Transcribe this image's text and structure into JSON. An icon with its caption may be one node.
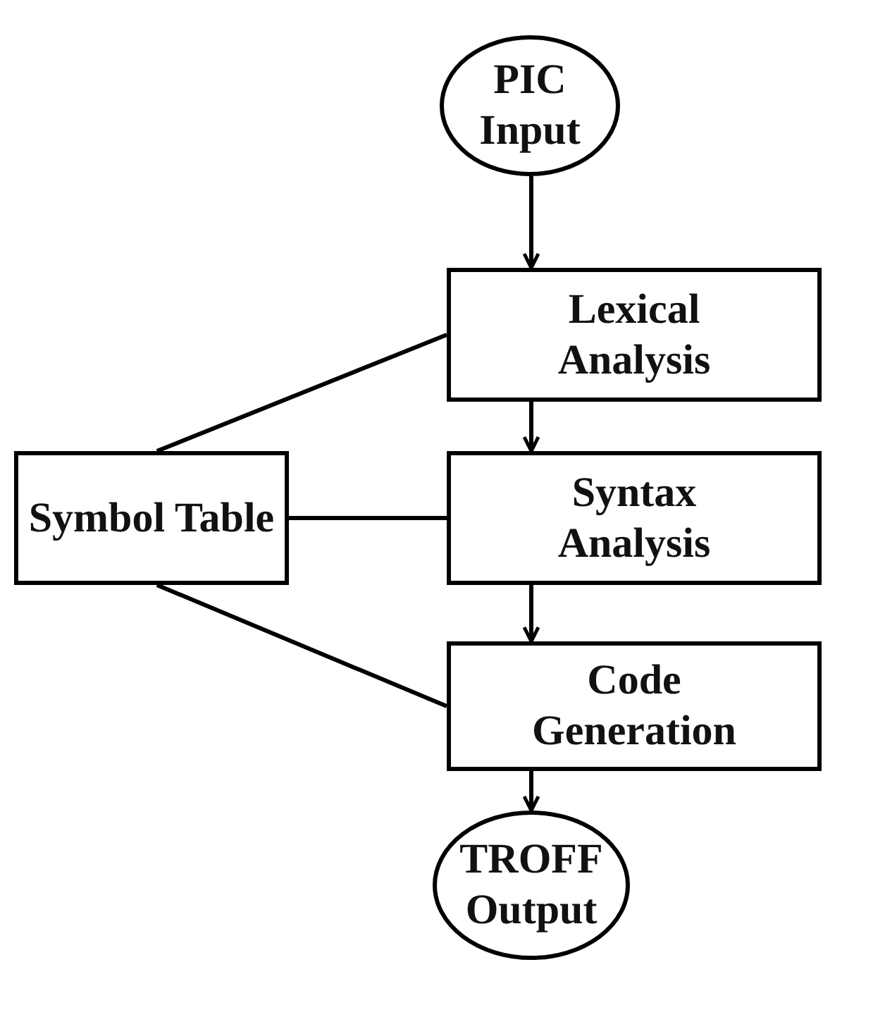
{
  "diagram": {
    "nodes": [
      {
        "text": [
          "PIC Input"
        ]
      },
      {
        "text": [
          "Lexical Analysis"
        ]
      },
      {
        "text": [
          "Syntax Analysis"
        ]
      },
      {
        "text": [
          "Code Generation"
        ]
      },
      {
        "text": [
          "TROFF Output"
        ]
      },
      {
        "text": [
          "Symbol Table"
        ]
      }
    ],
    "edges": [
      {
        "from": 0,
        "to": 1,
        "arrow": "to"
      },
      {
        "from": 1,
        "to": 2,
        "arrow": "to"
      },
      {
        "from": 2,
        "to": 3,
        "arrow": "to"
      },
      {
        "from": 3,
        "to": 4,
        "arrow": "to"
      },
      {
        "from": 5,
        "to": 1,
        "arrow": "none"
      },
      {
        "from": 5,
        "to": 2,
        "arrow": "none"
      },
      {
        "from": 5,
        "to": 3,
        "arrow": "none"
      }
    ]
  }
}
